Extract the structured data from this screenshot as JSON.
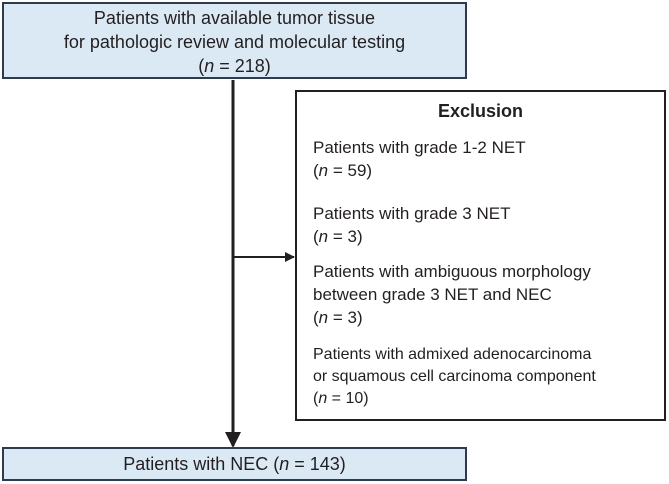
{
  "top_box": {
    "line1": "Patients with available tumor tissue",
    "line2": "for pathologic review and molecular testing",
    "n_prefix": "(",
    "n_var": "n",
    "n_value": " = 218)"
  },
  "exclusion": {
    "title": "Exclusion",
    "items": [
      {
        "lines": [
          "Patients with grade 1-2 NET"
        ],
        "n_prefix": "(",
        "n_var": "n",
        "n_value": " = 59)"
      },
      {
        "lines": [
          "Patients with grade 3 NET"
        ],
        "n_prefix": "(",
        "n_var": "n",
        "n_value": " = 3)"
      },
      {
        "lines": [
          "Patients with ambiguous morphology",
          "between grade 3 NET and NEC"
        ],
        "n_prefix": "(",
        "n_var": "n",
        "n_value": " = 3)"
      },
      {
        "lines": [
          "Patients with admixed adenocarcinoma",
          "or squamous cell carcinoma component"
        ],
        "n_prefix": "(",
        "n_var": "n",
        "n_value": " = 10)"
      }
    ]
  },
  "bottom_box": {
    "prefix": "Patients with NEC (",
    "n_var": "n",
    "n_value": " = 143)"
  },
  "colors": {
    "box_fill": "#dbe9f5",
    "box_border": "#2f3a4f",
    "text": "#231f20"
  }
}
